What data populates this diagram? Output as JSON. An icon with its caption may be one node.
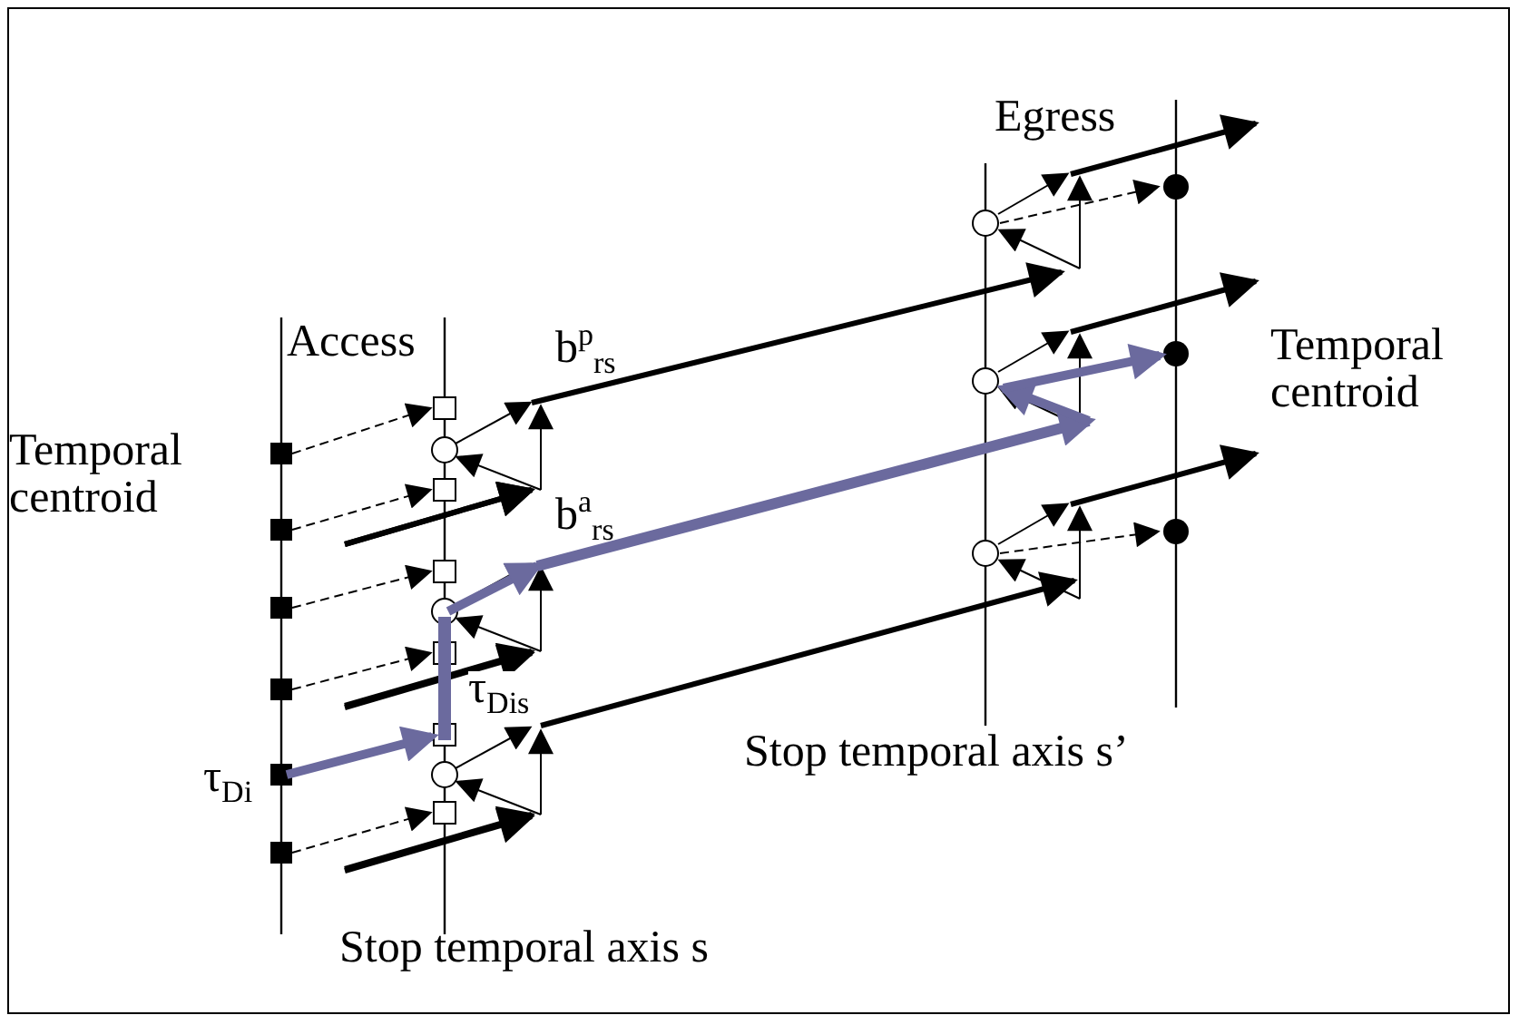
{
  "diagram": {
    "labels": [
      "Egress",
      "Access",
      "b$^{p}$$_{rs}$",
      "Temporal centroid",
      "Temporal centroid",
      "b$^{a}$$_{rs}$",
      "τ$_{Dis}$",
      "τ$_{Di}$",
      "Stop temporal axis s’",
      "Stop temporal axis s"
    ]
  }
}
